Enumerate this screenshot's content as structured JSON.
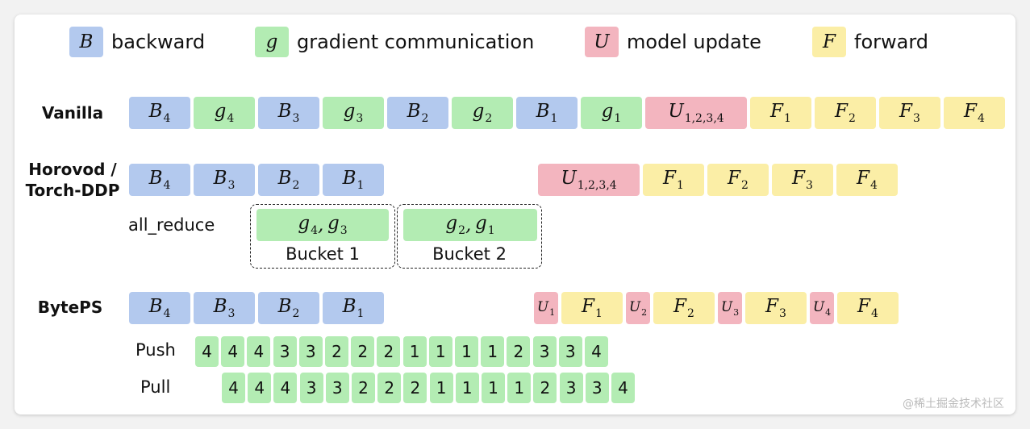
{
  "legend": [
    {
      "symbol": "B",
      "label": "backward",
      "kind": "b"
    },
    {
      "symbol": "g",
      "label": "gradient communication",
      "kind": "g"
    },
    {
      "symbol": "U",
      "label": "model update",
      "kind": "u"
    },
    {
      "symbol": "F",
      "label": "forward",
      "kind": "f"
    }
  ],
  "rows": {
    "vanilla": {
      "label": "Vanilla"
    },
    "horovod": {
      "label_line1": "Horovod /",
      "label_line2": "Torch-DDP",
      "all_reduce_label": "all_reduce",
      "buckets": [
        {
          "label": "Bucket 1"
        },
        {
          "label": "Bucket 2"
        }
      ]
    },
    "byteps": {
      "label": "BytePS",
      "push_label": "Push",
      "pull_label": "Pull"
    }
  },
  "blocks": {
    "vanilla": [
      {
        "kind": "b",
        "sym": "B",
        "sub": "4"
      },
      {
        "kind": "g",
        "sym": "g",
        "sub": "4"
      },
      {
        "kind": "b",
        "sym": "B",
        "sub": "3"
      },
      {
        "kind": "g",
        "sym": "g",
        "sub": "3"
      },
      {
        "kind": "b",
        "sym": "B",
        "sub": "2"
      },
      {
        "kind": "g",
        "sym": "g",
        "sub": "2"
      },
      {
        "kind": "b",
        "sym": "B",
        "sub": "1"
      },
      {
        "kind": "g",
        "sym": "g",
        "sub": "1"
      },
      {
        "kind": "u",
        "sym": "U",
        "sub": "1,2,3,4"
      },
      {
        "kind": "f",
        "sym": "F",
        "sub": "1"
      },
      {
        "kind": "f",
        "sym": "F",
        "sub": "2"
      },
      {
        "kind": "f",
        "sym": "F",
        "sub": "3"
      },
      {
        "kind": "f",
        "sym": "F",
        "sub": "4"
      }
    ],
    "horovod_backward": [
      {
        "kind": "b",
        "sym": "B",
        "sub": "4"
      },
      {
        "kind": "b",
        "sym": "B",
        "sub": "3"
      },
      {
        "kind": "b",
        "sym": "B",
        "sub": "2"
      },
      {
        "kind": "b",
        "sym": "B",
        "sub": "1"
      }
    ],
    "horovod_update": [
      {
        "kind": "u",
        "sym": "U",
        "sub": "1,2,3,4"
      },
      {
        "kind": "f",
        "sym": "F",
        "sub": "1"
      },
      {
        "kind": "f",
        "sym": "F",
        "sub": "2"
      },
      {
        "kind": "f",
        "sym": "F",
        "sub": "3"
      },
      {
        "kind": "f",
        "sym": "F",
        "sub": "4"
      }
    ],
    "horovod_comm": [
      {
        "kind": "g",
        "parts": [
          {
            "sym": "g",
            "sub": "4"
          },
          {
            "sym": "g",
            "sub": "3"
          }
        ]
      },
      {
        "kind": "g",
        "parts": [
          {
            "sym": "g",
            "sub": "2"
          },
          {
            "sym": "g",
            "sub": "1"
          }
        ]
      }
    ],
    "byteps_backward": [
      {
        "kind": "b",
        "sym": "B",
        "sub": "4"
      },
      {
        "kind": "b",
        "sym": "B",
        "sub": "3"
      },
      {
        "kind": "b",
        "sym": "B",
        "sub": "2"
      },
      {
        "kind": "b",
        "sym": "B",
        "sub": "1"
      }
    ],
    "byteps_update": [
      {
        "kind": "u",
        "sym": "U",
        "sub": "1"
      },
      {
        "kind": "f",
        "sym": "F",
        "sub": "1"
      },
      {
        "kind": "u",
        "sym": "U",
        "sub": "2"
      },
      {
        "kind": "f",
        "sym": "F",
        "sub": "2"
      },
      {
        "kind": "u",
        "sym": "U",
        "sub": "3"
      },
      {
        "kind": "f",
        "sym": "F",
        "sub": "3"
      },
      {
        "kind": "u",
        "sym": "U",
        "sub": "4"
      },
      {
        "kind": "f",
        "sym": "F",
        "sub": "4"
      }
    ],
    "push": [
      "4",
      "4",
      "4",
      "3",
      "3",
      "2",
      "2",
      "2",
      "1",
      "1",
      "1",
      "1",
      "2",
      "3",
      "3",
      "4"
    ],
    "pull": [
      "4",
      "4",
      "4",
      "3",
      "3",
      "2",
      "2",
      "2",
      "1",
      "1",
      "1",
      "1",
      "2",
      "3",
      "3",
      "4"
    ]
  },
  "watermark": "@稀土掘金技术社区"
}
